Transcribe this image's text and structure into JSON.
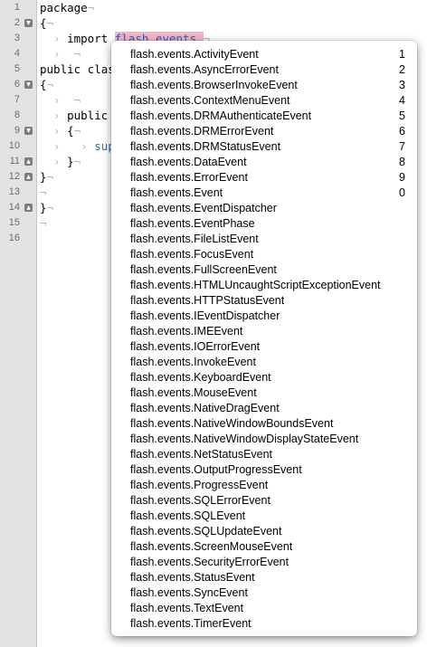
{
  "editor": {
    "line_numbers": [
      "1",
      "2",
      "3",
      "4",
      "5",
      "6",
      "7",
      "8",
      "9",
      "10",
      "11",
      "12",
      "13",
      "14",
      "15",
      "16"
    ],
    "code": {
      "l1": "package",
      "l2": "{",
      "l3_kw": "import",
      "l3_pkg": "flash.events.",
      "l5": "public clas",
      "l6": "{",
      "l8": "public",
      "l9": "{",
      "l10": "sup",
      "l11": "}",
      "l12": "}",
      "l14": "}"
    }
  },
  "autocomplete": {
    "items": [
      {
        "label": "flash.events.ActivityEvent",
        "shortcut": "1"
      },
      {
        "label": "flash.events.AsyncErrorEvent",
        "shortcut": "2"
      },
      {
        "label": "flash.events.BrowserInvokeEvent",
        "shortcut": "3"
      },
      {
        "label": "flash.events.ContextMenuEvent",
        "shortcut": "4"
      },
      {
        "label": "flash.events.DRMAuthenticateEvent",
        "shortcut": "5"
      },
      {
        "label": "flash.events.DRMErrorEvent",
        "shortcut": "6"
      },
      {
        "label": "flash.events.DRMStatusEvent",
        "shortcut": "7"
      },
      {
        "label": "flash.events.DataEvent",
        "shortcut": "8"
      },
      {
        "label": "flash.events.ErrorEvent",
        "shortcut": "9"
      },
      {
        "label": "flash.events.Event",
        "shortcut": "0"
      },
      {
        "label": "flash.events.EventDispatcher",
        "shortcut": ""
      },
      {
        "label": "flash.events.EventPhase",
        "shortcut": ""
      },
      {
        "label": "flash.events.FileListEvent",
        "shortcut": ""
      },
      {
        "label": "flash.events.FocusEvent",
        "shortcut": ""
      },
      {
        "label": "flash.events.FullScreenEvent",
        "shortcut": ""
      },
      {
        "label": "flash.events.HTMLUncaughtScriptExceptionEvent",
        "shortcut": ""
      },
      {
        "label": "flash.events.HTTPStatusEvent",
        "shortcut": ""
      },
      {
        "label": "flash.events.IEventDispatcher",
        "shortcut": ""
      },
      {
        "label": "flash.events.IMEEvent",
        "shortcut": ""
      },
      {
        "label": "flash.events.IOErrorEvent",
        "shortcut": ""
      },
      {
        "label": "flash.events.InvokeEvent",
        "shortcut": ""
      },
      {
        "label": "flash.events.KeyboardEvent",
        "shortcut": ""
      },
      {
        "label": "flash.events.MouseEvent",
        "shortcut": ""
      },
      {
        "label": "flash.events.NativeDragEvent",
        "shortcut": ""
      },
      {
        "label": "flash.events.NativeWindowBoundsEvent",
        "shortcut": ""
      },
      {
        "label": "flash.events.NativeWindowDisplayStateEvent",
        "shortcut": ""
      },
      {
        "label": "flash.events.NetStatusEvent",
        "shortcut": ""
      },
      {
        "label": "flash.events.OutputProgressEvent",
        "shortcut": ""
      },
      {
        "label": "flash.events.ProgressEvent",
        "shortcut": ""
      },
      {
        "label": "flash.events.SQLErrorEvent",
        "shortcut": ""
      },
      {
        "label": "flash.events.SQLEvent",
        "shortcut": ""
      },
      {
        "label": "flash.events.SQLUpdateEvent",
        "shortcut": ""
      },
      {
        "label": "flash.events.ScreenMouseEvent",
        "shortcut": ""
      },
      {
        "label": "flash.events.SecurityErrorEvent",
        "shortcut": ""
      },
      {
        "label": "flash.events.StatusEvent",
        "shortcut": ""
      },
      {
        "label": "flash.events.SyncEvent",
        "shortcut": ""
      },
      {
        "label": "flash.events.TextEvent",
        "shortcut": ""
      },
      {
        "label": "flash.events.TimerEvent",
        "shortcut": ""
      }
    ]
  },
  "colors": {
    "gutter_bg": "#e3e3e3",
    "selection_highlight": "#f3b6c8",
    "package_text": "#3b5aa8",
    "whitespace_marks": "#b5b5b5"
  }
}
